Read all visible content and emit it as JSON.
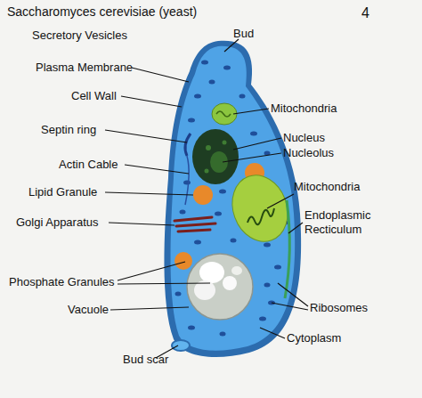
{
  "diagram": {
    "title": "Saccharomyces cerevisiae (yeast)",
    "labels": [
      "4",
      "Secretory Vesicles",
      "Bud",
      "Plasma Membrane",
      "Cell Wall",
      "Mitochondria",
      "Nucleus",
      "Nucleolus",
      "Septin ring",
      "Actin Cable",
      "Mitochondria",
      "Lipid Granule",
      "Endoplasmic Recticulum",
      "Golgi Apparatus",
      "Phosphate Granules",
      "Ribosomes",
      "Vacuole",
      "Cytoplasm",
      "Bud scar"
    ]
  }
}
